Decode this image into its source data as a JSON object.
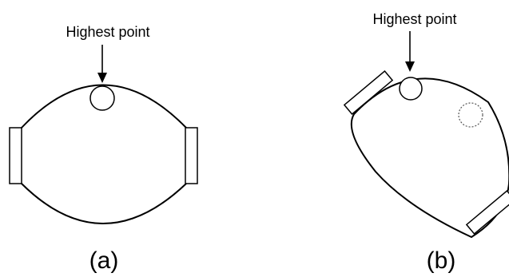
{
  "panels": [
    {
      "id": "a",
      "label": "Highest point",
      "caption": "(a)"
    },
    {
      "id": "b",
      "label": "Highest point",
      "caption": "(b)"
    }
  ]
}
